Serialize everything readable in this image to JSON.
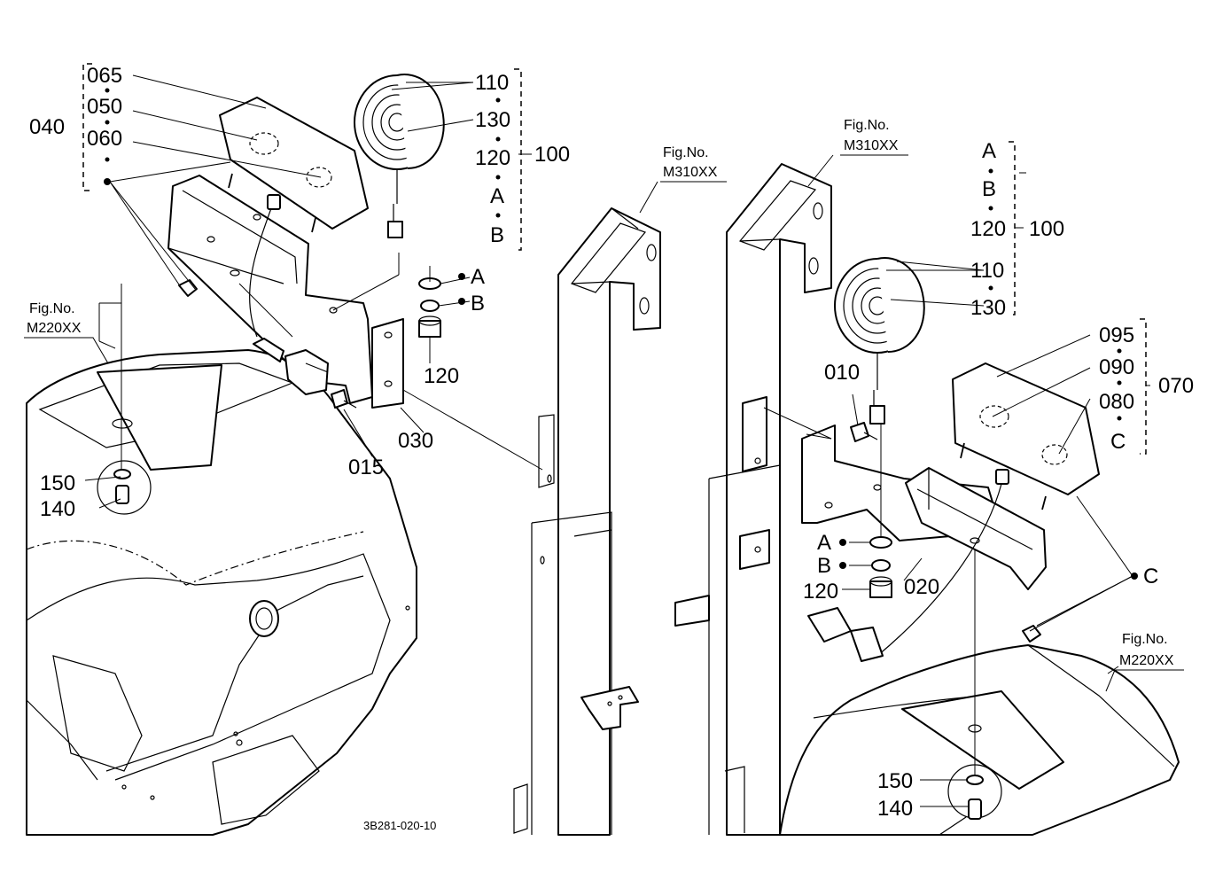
{
  "diagram_code": "3B281-020-10",
  "fig_refs": [
    {
      "prefix": "Fig.No.",
      "code": "M310XX"
    },
    {
      "prefix": "Fig.No.",
      "code": "M310XX"
    },
    {
      "prefix": "Fig.No.",
      "code": "M220XX"
    },
    {
      "prefix": "Fig.No.",
      "code": "M220XX"
    }
  ],
  "labels": {
    "l065": "065",
    "l050": "050",
    "l060": "060",
    "l040": "040",
    "l110a": "110",
    "l130a": "130",
    "l120a": "120",
    "l100a": "100",
    "lAa": "A",
    "lBa": "B",
    "lA1": "A",
    "lB1": "B",
    "l120b": "120",
    "l030": "030",
    "l015": "015",
    "l150a": "150",
    "l140a": "140",
    "lAr": "A",
    "lBr": "B",
    "l120c": "120",
    "l100b": "100",
    "l110b": "110",
    "l130b": "130",
    "l095": "095",
    "l090": "090",
    "l080": "080",
    "l070": "070",
    "lCr": "C",
    "l010": "010",
    "lA2": "A",
    "lB2": "B",
    "l120d": "120",
    "l020": "020",
    "lC2": "C",
    "l150b": "150",
    "l140b": "140"
  }
}
